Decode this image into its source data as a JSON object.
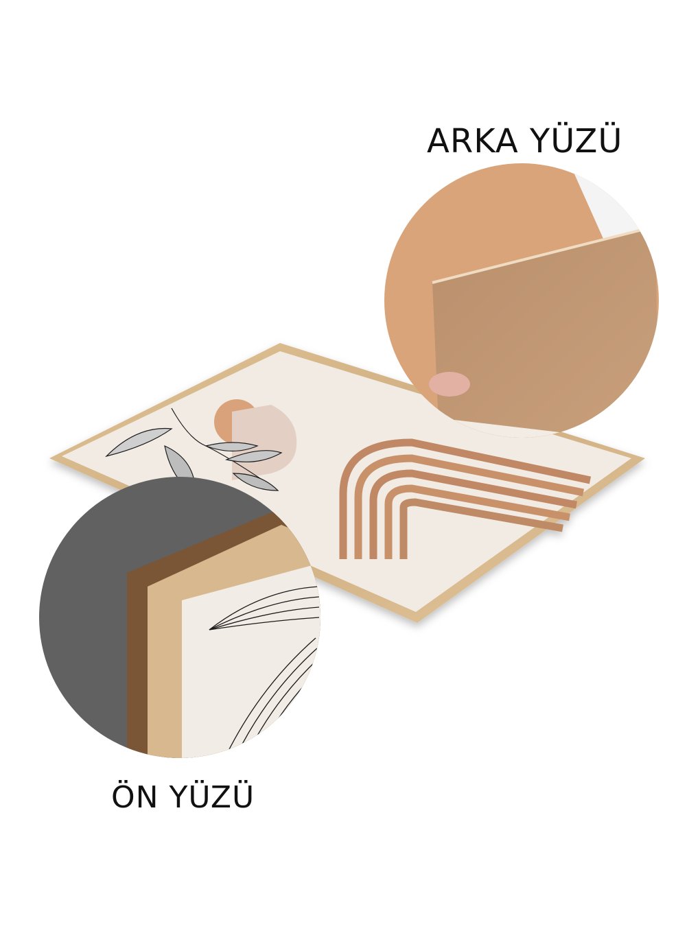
{
  "image": {
    "description": "Framed abstract boho art print shown at an angle with two circular magnified detail insets",
    "background_color": "#ffffff"
  },
  "labels": {
    "back_side": "ARKA YÜZÜ",
    "front_side": "ÖN YÜZÜ"
  },
  "artwork": {
    "frame_color": "#d9b88a",
    "paper_color": "#f1ebe3",
    "sun_color": "#d9a27a",
    "half_circle_color": "#e3cfc4",
    "rainbow_colors": [
      "#c08865",
      "#f3ead8"
    ],
    "leaf_line_color": "#1a1a1a"
  },
  "insets": {
    "back_detail": {
      "board_color": "#c49a76",
      "background_color": "#d9a47a"
    },
    "front_detail": {
      "wall_color": "#616161",
      "edge_color": "#7a5536",
      "frame_color": "#d8b98f"
    }
  }
}
